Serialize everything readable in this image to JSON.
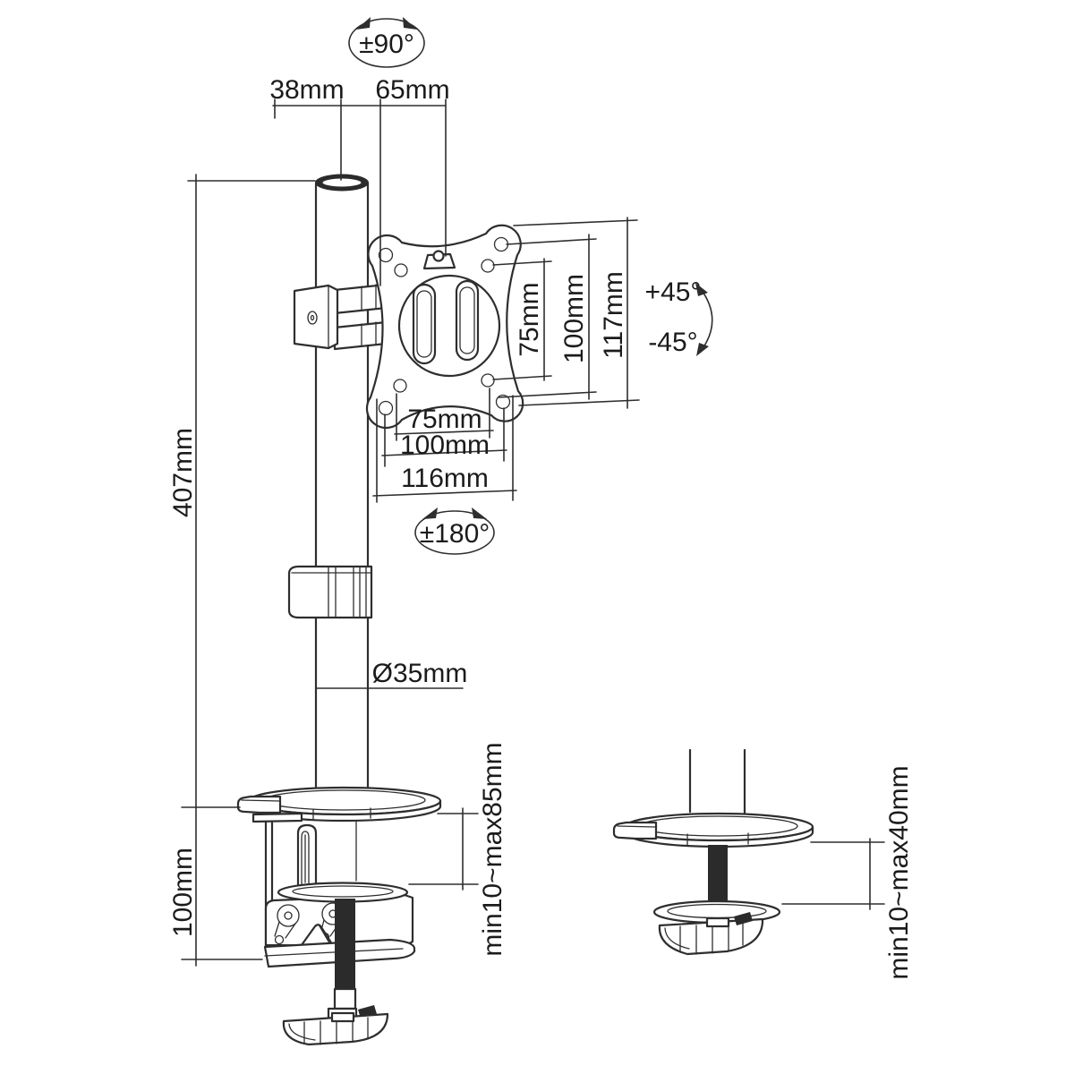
{
  "diagram": {
    "title": "monitor-desk-mount-dimension-drawing",
    "labels": {
      "swivel_top": "±90°",
      "offset_left": "38mm",
      "offset_right": "65mm",
      "pole_height": "407mm",
      "clamp_height": "100mm",
      "vesa_vertical_75": "75mm",
      "vesa_vertical_100": "100mm",
      "plate_height": "117mm",
      "tilt_up": "+45°",
      "tilt_down": "-45°",
      "vesa_horizontal_75": "75mm",
      "vesa_horizontal_100": "100mm",
      "plate_width": "116mm",
      "rotation_mid": "±180°",
      "pole_diameter": "Ø35mm",
      "clamp_range": "min10~max85mm",
      "grommet_range": "min10~max40mm"
    },
    "colors": {
      "line": "#2e2e2e",
      "text": "#1b1b1b",
      "background": "#ffffff",
      "dark_fill": "#2b2b2b"
    }
  }
}
